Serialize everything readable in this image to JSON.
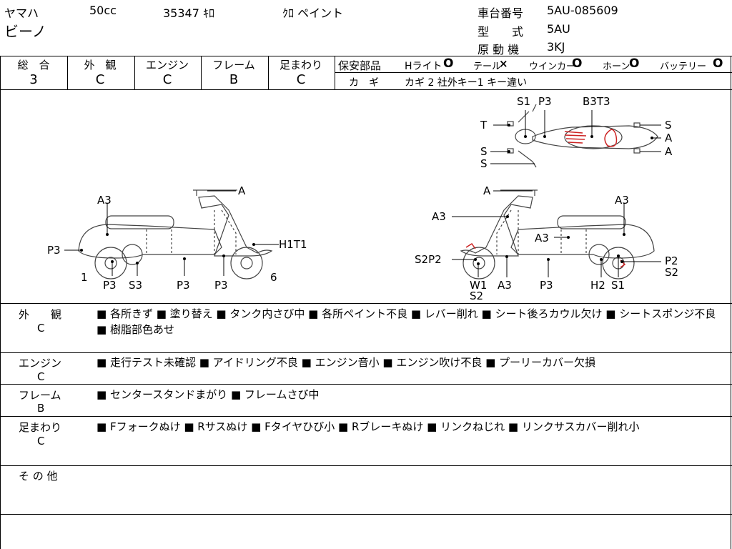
{
  "header": {
    "maker": "ヤマハ",
    "displacement": "50cc",
    "mileage": "35347 ｷﾛ",
    "color": "ｸﾛ ペイント",
    "model": "ビーノ",
    "frame_label": "車台番号",
    "frame_value": "5AU-085609",
    "type_label": "型　　式",
    "type_value": "5AU",
    "engine_label": "原 動 機",
    "engine_value": "3KJ"
  },
  "grades": {
    "overall_label": "総　合",
    "overall_value": "3",
    "exterior_label": "外　観",
    "exterior_value": "C",
    "engine_label": "エンジン",
    "engine_value": "C",
    "frame_label": "フレーム",
    "frame_value": "B",
    "suspension_label": "足まわり",
    "suspension_value": "C"
  },
  "safety": {
    "label": "保安部品",
    "headlight": "Hライト",
    "headlight_status": "O",
    "tail": "テール",
    "tail_status": "×",
    "winker": "ウインカー",
    "winker_status": "O",
    "horn": "ホーン",
    "horn_status": "O",
    "battery": "バッテリー",
    "battery_status": "O",
    "key_label": "カ　ギ",
    "key_value": "カギ 2 社外キー1 キー違い"
  },
  "diagram": {
    "top": {
      "S1": "S1",
      "P3": "P3",
      "B3T3": "B3T3",
      "T": "T",
      "S_right": "S",
      "A_right1": "A",
      "A_right2": "A",
      "S_left1": "S",
      "S_left2": "S"
    },
    "left_side": {
      "A": "A",
      "A3": "A3",
      "P3_rear": "P3",
      "H1T1": "H1T1",
      "one": "1",
      "six": "6",
      "P3_a": "P3",
      "S3": "S3",
      "P3_b": "P3",
      "P3_c": "P3"
    },
    "right_side": {
      "A": "A",
      "A3_top": "A3",
      "A3_left": "A3",
      "A3_mid": "A3",
      "S2P2": "S2P2",
      "P2": "P2",
      "S2_right": "S2",
      "W1": "W1",
      "S2_bottom": "S2",
      "A3_bottom": "A3",
      "P3": "P3",
      "H2": "H2",
      "S1": "S1"
    }
  },
  "sections": [
    {
      "title": "外　　観",
      "grade": "C",
      "text": "■ 各所きず ■ 塗り替え ■ タンク内さび中 ■ 各所ペイント不良 ■ レバー削れ ■ シート後ろカウル欠け ■ シートスポンジ不良 ■ 樹脂部色あせ"
    },
    {
      "title": "エンジン",
      "grade": "C",
      "text": "■ 走行テスト未確認 ■ アイドリング不良 ■ エンジン音小 ■ エンジン吹け不良 ■ プーリーカバー欠損"
    },
    {
      "title": "フレーム",
      "grade": "B",
      "text": "■ センタースタンドまがり ■ フレームさび中"
    },
    {
      "title": "足まわり",
      "grade": "C",
      "text": "■ Fフォークぬけ ■ Rサスぬけ ■ Fタイヤひび小 ■ Rブレーキぬけ ■ リンクねじれ ■ リンクサスカバー削れ小"
    },
    {
      "title": "そ の 他",
      "grade": "",
      "text": ""
    }
  ],
  "colors": {
    "line": "#000000",
    "damage_mark": "#cc2222",
    "diagram": "#444444"
  }
}
